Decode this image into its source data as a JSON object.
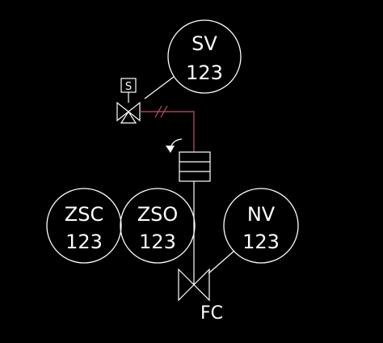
{
  "colors": {
    "background": "#000000",
    "line": "#ffffff",
    "signal_line": "#c0506a"
  },
  "bubbles": {
    "sv": {
      "tag": "SV",
      "number": "123"
    },
    "zsc": {
      "tag": "ZSC",
      "number": "123"
    },
    "zso": {
      "tag": "ZSO",
      "number": "123"
    },
    "nv": {
      "tag": "NV",
      "number": "123"
    }
  },
  "solenoid_label": "S",
  "valve_label": "FC"
}
